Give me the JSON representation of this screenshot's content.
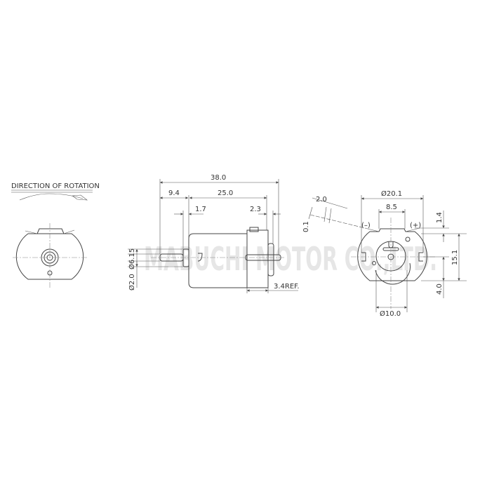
{
  "watermark": "MABUCHI MOTOR CO.,LTD.",
  "front_view": {
    "title": "DIRECTION OF ROTATION"
  },
  "side_view": {
    "overall_length": "38.0",
    "shaft_length": "9.4",
    "body_length": "25.0",
    "bushing_length": "1.7",
    "rear_length": "2.3",
    "bushing_diameter": "Ø6.15",
    "shaft_diameter": "Ø2.0",
    "cap_ref": "3.4REF."
  },
  "rear_view": {
    "body_diameter": "Ø20.1",
    "terminal_spacing": "8.5",
    "boss_diameter": "Ø10.0",
    "terminal_width": "2.0",
    "terminal_thickness": "0.1",
    "negative_label": "(–)",
    "positive_label": "(+)",
    "terminal_height": "1.4",
    "body_height": "15.1",
    "bottom_offset": "4.0"
  }
}
